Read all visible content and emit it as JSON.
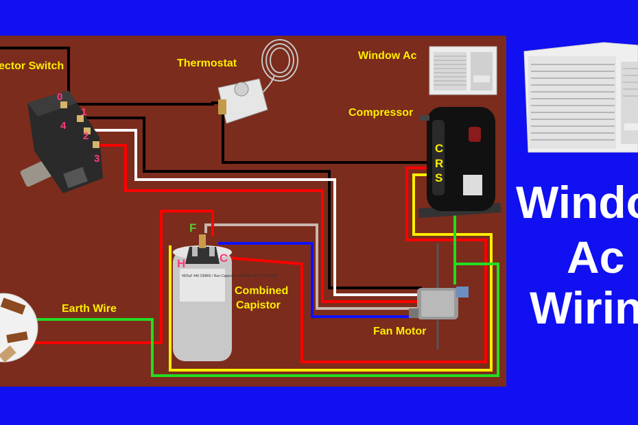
{
  "labels": {
    "selector_switch": "ector Switch",
    "thermostat": "Thermostat",
    "window_ac": "Window Ac",
    "compressor": "Compressor",
    "combined_capacitor_line1": "Combined",
    "combined_capacitor_line2": "Capistor",
    "earth_wire": "Earth Wire",
    "fan_motor": "Fan Motor"
  },
  "switch_terminals": [
    "0",
    "4",
    "1",
    "2",
    "3"
  ],
  "capacitor_terminals": {
    "fan": "F",
    "herm": "H",
    "common": "C"
  },
  "compressor_terminals": [
    "C",
    "R",
    "S"
  ],
  "capacitor_print": "45/5uF 440 CBB65 / Run Capacitor / 50/60Hz -40°C / PS 450E",
  "title": {
    "line1": "Windo",
    "line2": "Ac",
    "line3": "Wirin"
  },
  "colors": {
    "background": "#1010f0",
    "board": "#7b2c1c",
    "wire_black": "#000000",
    "wire_white": "#ffffff",
    "wire_red": "#ff0000",
    "wire_blue": "#1010ff",
    "wire_green": "#22dd22",
    "wire_yellow": "#ffee00",
    "wire_grey": "#c8b8b0",
    "label_yellow": "#ffee00",
    "terminal_pink": "#ff3b7f",
    "terminal_green": "#55cc33"
  }
}
